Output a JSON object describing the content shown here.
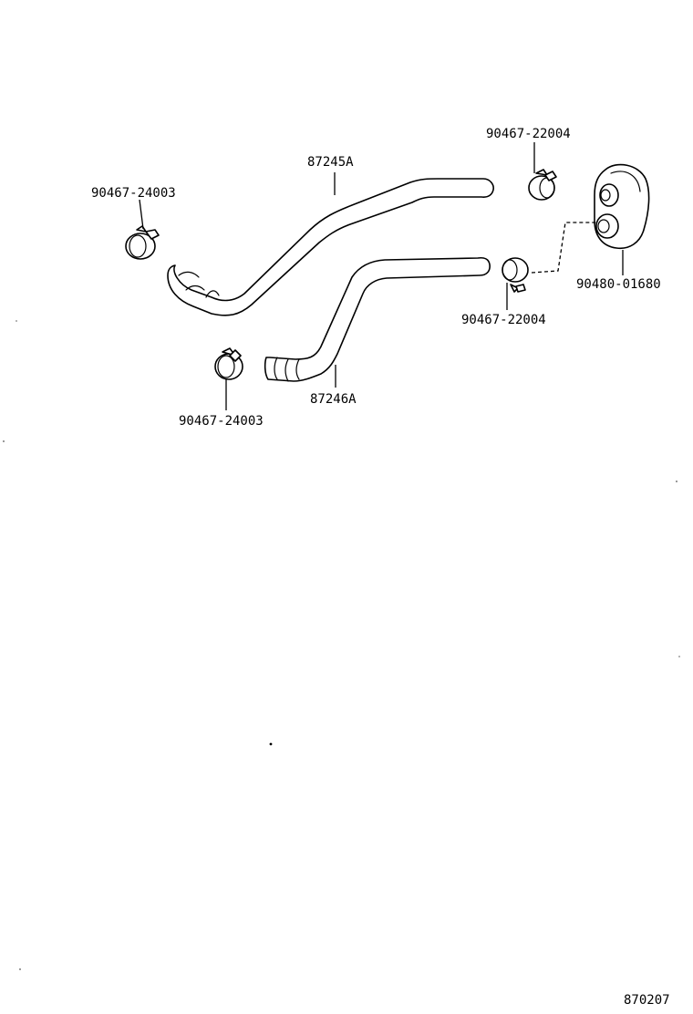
{
  "labels": {
    "hose_upper": "87245A",
    "hose_lower": "87246A",
    "clamp_left_upper": "90467-24003",
    "clamp_left_lower": "90467-24003",
    "clamp_right_upper": "90467-22004",
    "clamp_right_lower": "90467-22004",
    "grommet": "90480-01680",
    "diagram_code": "870207"
  }
}
